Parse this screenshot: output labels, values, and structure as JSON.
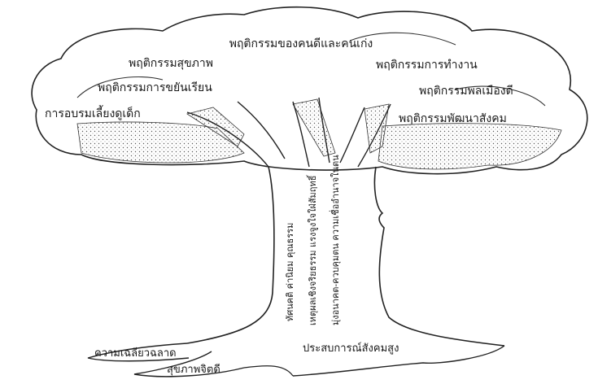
{
  "crown_labels": {
    "good_people": "พฤติกรรมของคนดีและคนเก่ง",
    "health": "พฤติกรรมสุขภาพ",
    "work": "พฤติกรรมการทำงาน",
    "study": "พฤติกรรมการขยันเรียน",
    "citizen": "พฤติกรรมพลเมืองดี",
    "parenting": "การอบรมเลี้ยงดูเด็ก",
    "social_dev": "พฤติกรรมพัฒนาสังคม"
  },
  "trunk_labels": {
    "col1": "ทัศนคติ ค่านิยม คุณธรรม",
    "col2": "เหตุผลเชิงจริยธรรม แรงจูงใจใฝ่สัมฤทธิ์",
    "col3": "มุ่งอนาคต-ควบคุมตน ความเชื่ออำนาจในตน"
  },
  "root_labels": {
    "intelligence": "ความเฉลียวฉลาด",
    "mental_health": "สุขภาพจิตดี",
    "social_experience": "ประสบการณ์สังคมสูง"
  }
}
